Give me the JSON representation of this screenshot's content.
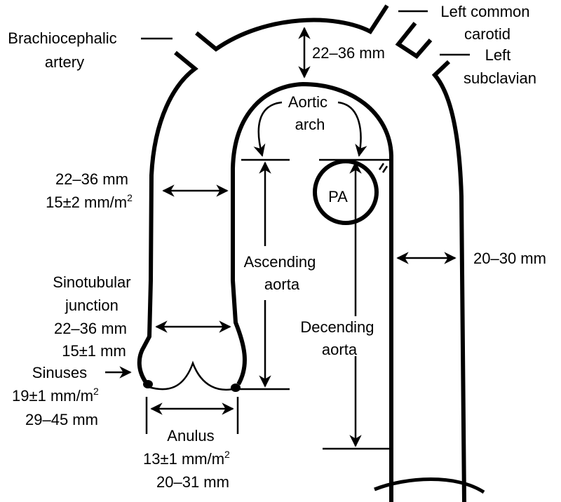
{
  "diagram": {
    "title": "Normal aortic dimensions",
    "colors": {
      "ink": "#000000",
      "background": "#ffffff"
    },
    "labels": {
      "brachiocephalic": [
        "Brachiocephalic",
        "artery"
      ],
      "left_common_carotid": [
        "Left common",
        "carotid"
      ],
      "left_subclavian": [
        "Left",
        "subclavian"
      ],
      "arch_width": "22–36 mm",
      "aortic_arch": [
        "Aortic",
        "arch"
      ],
      "pa": "PA",
      "ascending_width": [
        "22–36 mm",
        "15±2 mm/m",
        "2"
      ],
      "ascending_aorta": [
        "Ascending",
        "aorta"
      ],
      "descending_width": "20–30 mm",
      "descending_aorta": [
        "Decending",
        "aorta"
      ],
      "stj": [
        "Sinotubular",
        "junction",
        "22–36 mm",
        "15±1 mm"
      ],
      "sinuses": [
        "Sinuses",
        "19±1 mm/m",
        "2",
        "29–45 mm"
      ],
      "anulus": [
        "Anulus",
        "13±1 mm/m",
        "2",
        "20–31 mm"
      ]
    }
  }
}
